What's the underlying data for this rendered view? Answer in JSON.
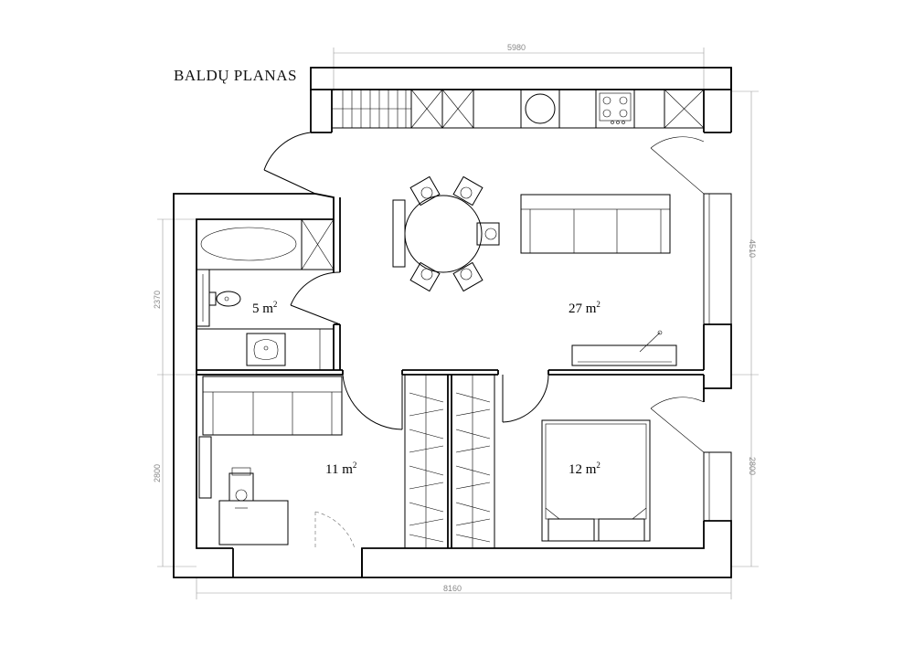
{
  "title": "BALDŲ PLANAS",
  "dimensions": {
    "top": "5980",
    "bottom": "8160",
    "right_upper": "4510",
    "right_lower": "2800",
    "left_upper": "2370",
    "left_lower": "2800"
  },
  "rooms": [
    {
      "id": "bathroom",
      "area": "5 m",
      "sup": "2"
    },
    {
      "id": "living",
      "area": "27 m",
      "sup": "2"
    },
    {
      "id": "office",
      "area": "11 m",
      "sup": "2"
    },
    {
      "id": "bedroom",
      "area": "12 m",
      "sup": "2"
    }
  ]
}
